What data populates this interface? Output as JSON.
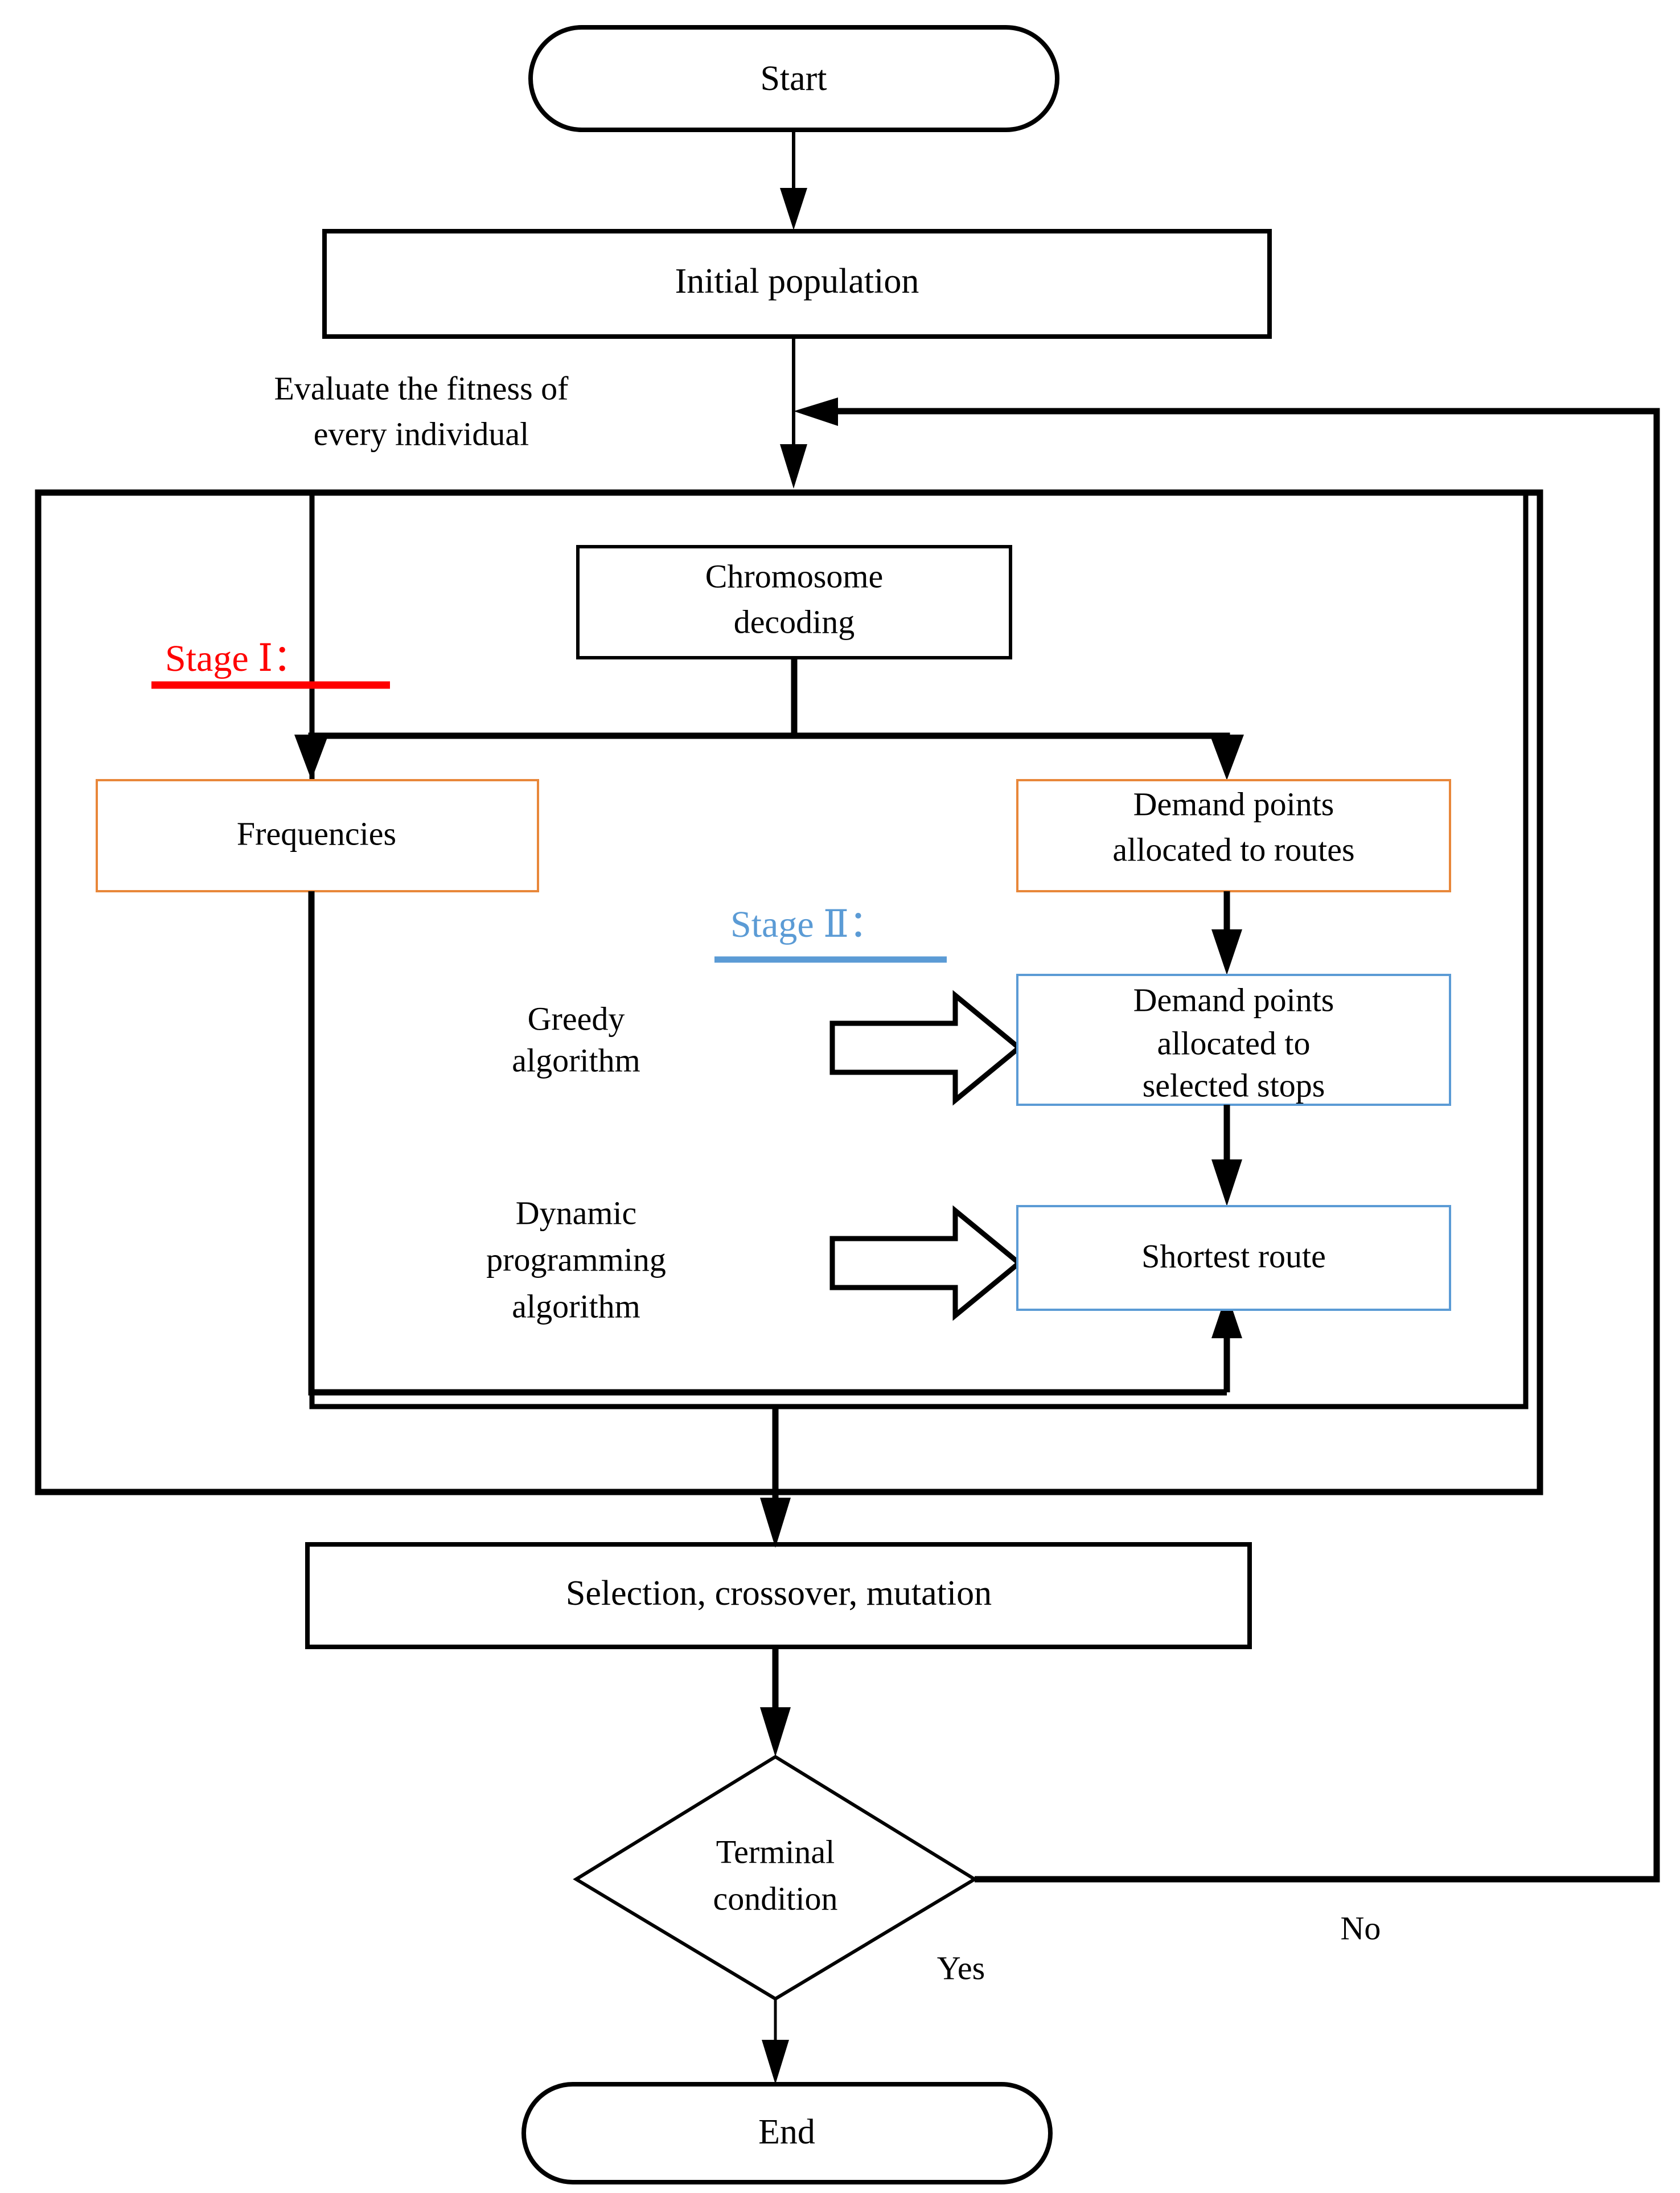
{
  "diagram": {
    "title": "Two-stage genetic algorithm flowchart",
    "colors": {
      "stage1_accent": "#FF0000",
      "stage2_accent": "#5B9BD5",
      "stage1_box_border": "#E8873A",
      "stage2_box_border": "#5B9BD5",
      "line": "#000000",
      "background": "#FFFFFF"
    }
  },
  "nodes": {
    "start": {
      "label": "Start",
      "shape": "stadium"
    },
    "initial_population": {
      "label": "Initial population",
      "shape": "rectangle"
    },
    "chromosome_decoding": {
      "label_line1": "Chromosome",
      "label_line2": "decoding",
      "shape": "rectangle"
    },
    "frequencies": {
      "label": "Frequencies",
      "shape": "rectangle"
    },
    "demand_points_routes": {
      "label_line1": "Demand points",
      "label_line2": "allocated to routes",
      "shape": "rectangle"
    },
    "demand_points_stops": {
      "label_line1": "Demand points",
      "label_line2": "allocated to",
      "label_line3": "selected stops",
      "shape": "rectangle"
    },
    "shortest_route": {
      "label": "Shortest route",
      "shape": "rectangle"
    },
    "selection_crossover_mutation": {
      "label": "Selection, crossover, mutation",
      "shape": "rectangle"
    },
    "terminal_condition": {
      "label_line1": "Terminal",
      "label_line2": "condition",
      "shape": "diamond"
    },
    "end": {
      "label": "End",
      "shape": "stadium"
    }
  },
  "annotations": {
    "evaluate_fitness_line1": "Evaluate the fitness of",
    "evaluate_fitness_line2": "every individual",
    "stage1": "Stage Ⅰ：",
    "stage2": "Stage Ⅱ：",
    "greedy_line1": "Greedy",
    "greedy_line2": "algorithm",
    "dynamic_line1": "Dynamic",
    "dynamic_line2": "programming",
    "dynamic_line3": "algorithm",
    "yes": "Yes",
    "no": "No"
  },
  "chart_data": {
    "type": "flowchart",
    "title": "Two-stage genetic algorithm flowchart",
    "nodes": [
      {
        "id": "start",
        "label": "Start",
        "shape": "stadium"
      },
      {
        "id": "initial_population",
        "label": "Initial population",
        "shape": "rectangle"
      },
      {
        "id": "chromosome_decoding",
        "label": "Chromosome decoding",
        "shape": "rectangle"
      },
      {
        "id": "frequencies",
        "label": "Frequencies",
        "shape": "rectangle",
        "border": "#E8873A"
      },
      {
        "id": "demand_points_routes",
        "label": "Demand points allocated to routes",
        "shape": "rectangle",
        "border": "#E8873A"
      },
      {
        "id": "demand_points_stops",
        "label": "Demand points allocated to selected stops",
        "shape": "rectangle",
        "border": "#5B9BD5"
      },
      {
        "id": "shortest_route",
        "label": "Shortest route",
        "shape": "rectangle",
        "border": "#5B9BD5"
      },
      {
        "id": "selection_crossover_mutation",
        "label": "Selection, crossover, mutation",
        "shape": "rectangle"
      },
      {
        "id": "terminal_condition",
        "label": "Terminal condition",
        "shape": "diamond"
      },
      {
        "id": "end",
        "label": "End",
        "shape": "stadium"
      }
    ],
    "edges": [
      {
        "from": "start",
        "to": "initial_population",
        "label": ""
      },
      {
        "from": "initial_population",
        "to": "chromosome_decoding",
        "label": "Evaluate the fitness of every individual"
      },
      {
        "from": "chromosome_decoding",
        "to": "frequencies",
        "label": ""
      },
      {
        "from": "chromosome_decoding",
        "to": "demand_points_routes",
        "label": ""
      },
      {
        "from": "demand_points_routes",
        "to": "demand_points_stops",
        "label": "Greedy algorithm"
      },
      {
        "from": "demand_points_stops",
        "to": "shortest_route",
        "label": "Dynamic programming algorithm"
      },
      {
        "from": "frequencies",
        "to": "shortest_route",
        "label": ""
      },
      {
        "from": "shortest_route",
        "to": "selection_crossover_mutation",
        "label": ""
      },
      {
        "from": "selection_crossover_mutation",
        "to": "terminal_condition",
        "label": ""
      },
      {
        "from": "terminal_condition",
        "to": "end",
        "label": "Yes"
      },
      {
        "from": "terminal_condition",
        "to": "chromosome_decoding",
        "label": "No"
      }
    ],
    "groups": [
      {
        "id": "outer_frame",
        "label": "",
        "contains": [
          "chromosome_decoding",
          "frequencies",
          "demand_points_routes",
          "demand_points_stops",
          "shortest_route"
        ]
      },
      {
        "id": "stage1",
        "label": "Stage Ⅰ：",
        "color": "#FF0000"
      },
      {
        "id": "stage2",
        "label": "Stage Ⅱ：",
        "color": "#5B9BD5"
      }
    ]
  }
}
